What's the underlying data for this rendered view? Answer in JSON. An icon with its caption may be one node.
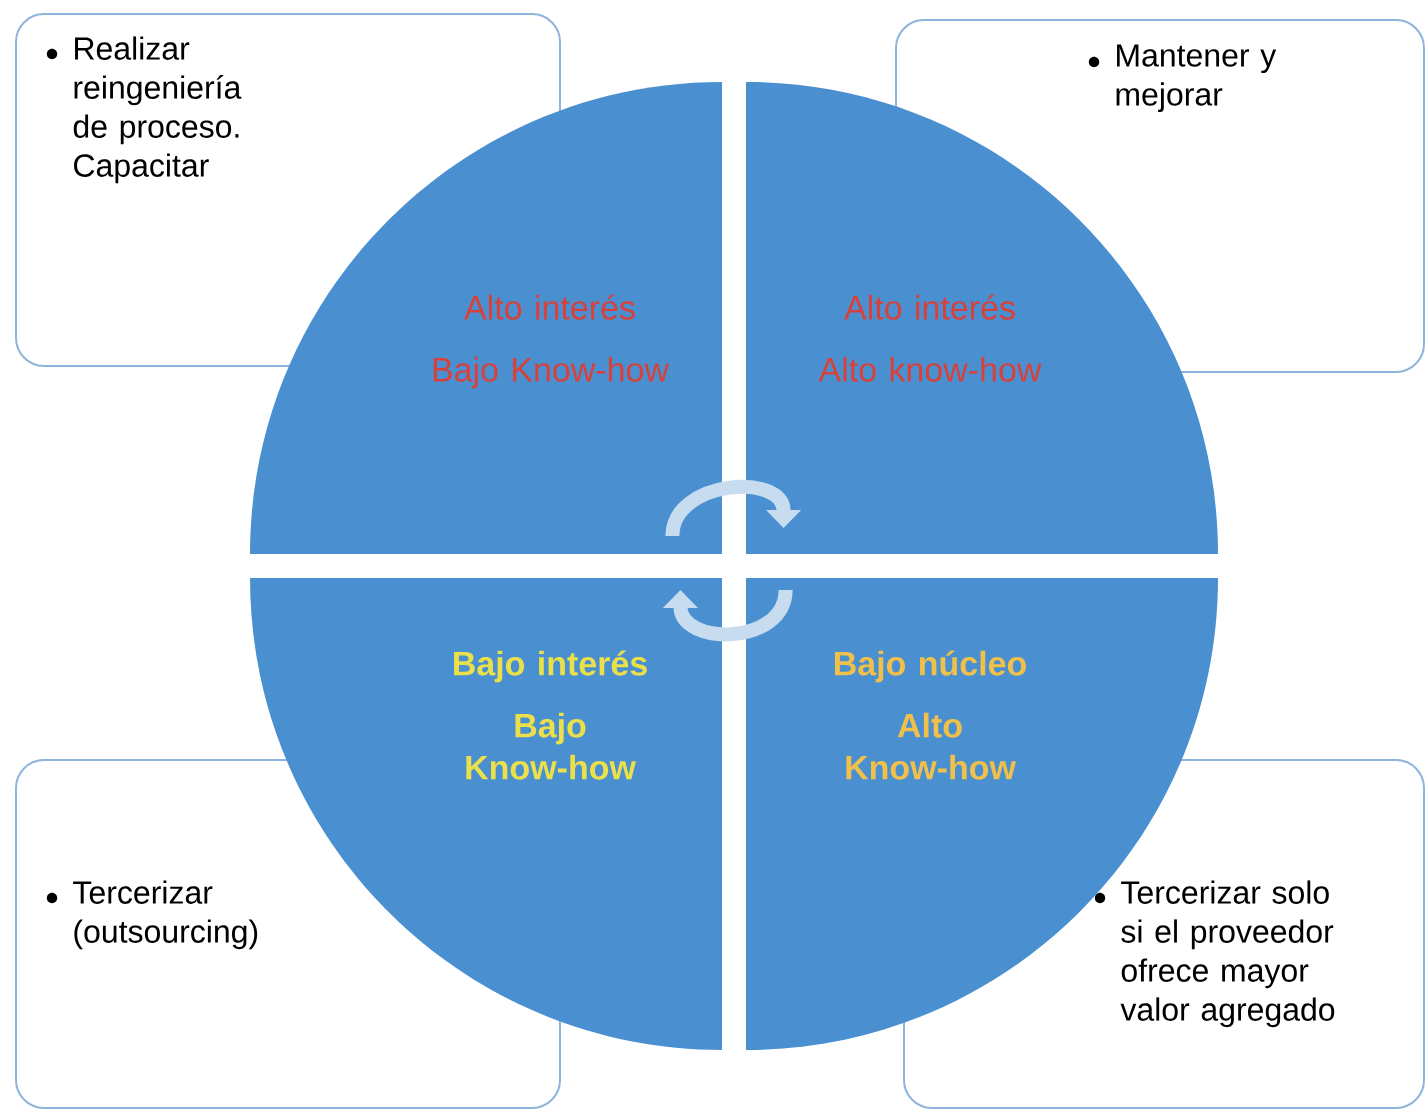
{
  "diagram": {
    "nodes": [
      {
        "text": [
          "Realizar reingeniería de proceso. Capacitar"
        ]
      },
      {
        "text": [
          "Mantener y mejorar"
        ]
      },
      {
        "text": [
          "Alto interés",
          "Bajo Know-how"
        ]
      },
      {
        "text": [
          "Alto interés",
          "Alto know-how"
        ]
      },
      {
        "text": [
          "Bajo interés",
          "Bajo Know-how"
        ]
      },
      {
        "text": [
          "Bajo núcleo",
          "Alto Know-how"
        ]
      },
      {
        "text": [
          "Tercerizar (outsourcing)"
        ]
      },
      {
        "text": [
          "Tercerizar solo si el proveedor ofrece mayor valor agregado"
        ]
      }
    ],
    "edges": [
      {
        "from": 2,
        "to": 3,
        "arrow": "to"
      },
      {
        "from": 5,
        "to": 4,
        "arrow": "to"
      }
    ]
  }
}
